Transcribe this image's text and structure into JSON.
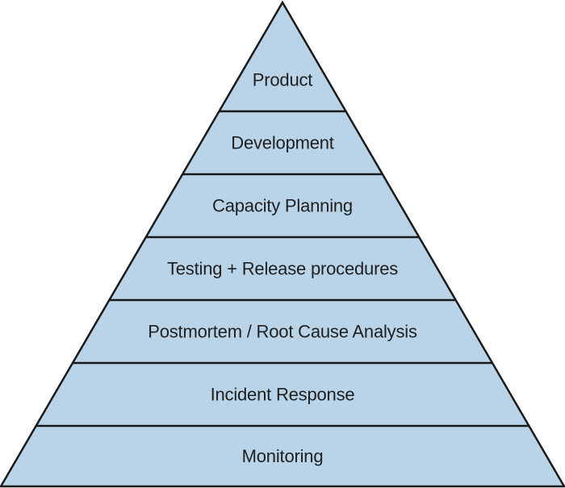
{
  "diagram": {
    "type": "pyramid",
    "colors": {
      "fill": "#b9d4e8",
      "stroke": "#1a1a1a",
      "text": "#1f1f1f"
    },
    "tiers": [
      {
        "label": "Product"
      },
      {
        "label": "Development"
      },
      {
        "label": "Capacity Planning"
      },
      {
        "label": "Testing + Release procedures"
      },
      {
        "label": "Postmortem / Root Cause Analysis"
      },
      {
        "label": "Incident Response"
      },
      {
        "label": "Monitoring"
      }
    ]
  }
}
